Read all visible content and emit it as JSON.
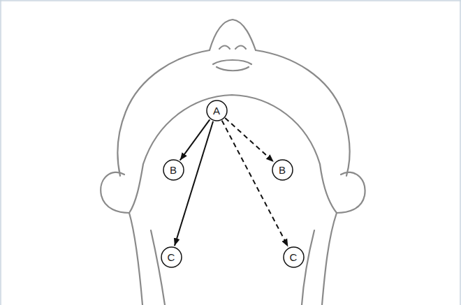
{
  "diagram": {
    "nodes": [
      {
        "text": [
          "A"
        ]
      },
      {
        "text": [
          "B"
        ]
      },
      {
        "text": [
          "B"
        ]
      },
      {
        "text": [
          "C"
        ]
      },
      {
        "text": [
          "C"
        ]
      }
    ],
    "edges": [
      {
        "from": 0,
        "to": 1,
        "arrow": "to"
      },
      {
        "from": 0,
        "to": 3,
        "arrow": "to"
      },
      {
        "from": 0,
        "to": 2,
        "arrow": "to"
      },
      {
        "from": 0,
        "to": 4,
        "arrow": "to"
      }
    ]
  }
}
